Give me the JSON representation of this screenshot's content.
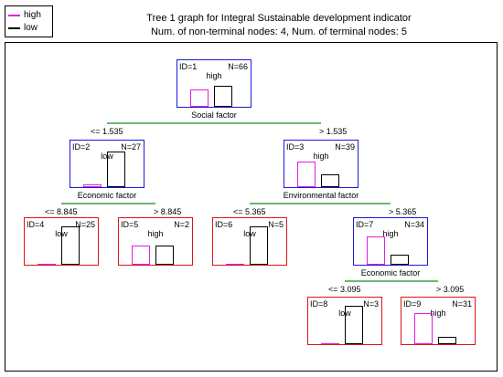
{
  "legend": [
    {
      "label": "high",
      "color": "#e020e0"
    },
    {
      "label": "low",
      "color": "#000000"
    }
  ],
  "title": {
    "line1": "Tree 1 graph for Integral Sustainable development indicator",
    "line2": "Num. of non-terminal nodes: 4,  Num. of terminal nodes: 5"
  },
  "colors": {
    "split_line": "#1a8a1a",
    "non_terminal_border": "#1a1ad6",
    "terminal_border": "#e01414",
    "high": "#e020e0",
    "low": "#000000"
  },
  "nodes": [
    {
      "id": "ID=1",
      "n": "N=66",
      "cls": "high",
      "terminal": false,
      "split": "Social factor",
      "high": 0.45,
      "low": 0.55
    },
    {
      "id": "ID=2",
      "n": "N=27",
      "cls": "low",
      "terminal": false,
      "split": "Economic factor",
      "high": 0.07,
      "low": 0.93
    },
    {
      "id": "ID=3",
      "n": "N=39",
      "cls": "high",
      "terminal": false,
      "split": "Environmental factor",
      "high": 0.67,
      "low": 0.33
    },
    {
      "id": "ID=4",
      "n": "N=25",
      "cls": "low",
      "terminal": true,
      "high": 0.0,
      "low": 1.0
    },
    {
      "id": "ID=5",
      "n": "N=2",
      "cls": "high",
      "terminal": true,
      "high": 0.5,
      "low": 0.5
    },
    {
      "id": "ID=6",
      "n": "N=5",
      "cls": "low",
      "terminal": true,
      "high": 0.0,
      "low": 1.0
    },
    {
      "id": "ID=7",
      "n": "N=34",
      "cls": "high",
      "terminal": false,
      "split": "Economic factor",
      "high": 0.74,
      "low": 0.26
    },
    {
      "id": "ID=8",
      "n": "N=3",
      "cls": "low",
      "terminal": true,
      "high": 0.0,
      "low": 1.0
    },
    {
      "id": "ID=9",
      "n": "N=31",
      "cls": "high",
      "terminal": true,
      "high": 0.81,
      "low": 0.19
    }
  ],
  "edges": [
    {
      "label": "<= 1.535"
    },
    {
      "label": "> 1.535"
    },
    {
      "label": "<= 8.845"
    },
    {
      "label": "> 8.845"
    },
    {
      "label": "<= 5.365"
    },
    {
      "label": "> 5.365"
    },
    {
      "label": "<= 3.095"
    },
    {
      "label": "> 3.095"
    }
  ]
}
